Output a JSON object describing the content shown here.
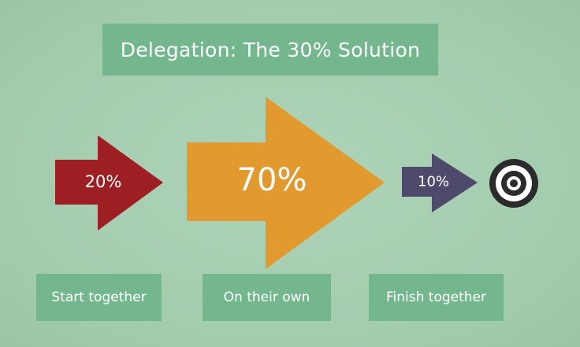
{
  "title": "Delegation: The 30% Solution",
  "steps": [
    {
      "percent": "20%",
      "label": "Start together",
      "color": "#9e1f23"
    },
    {
      "percent": "70%",
      "label": "On their own",
      "color": "#e29a2e"
    },
    {
      "percent": "10%",
      "label": "Finish together",
      "color": "#4d4a6b"
    }
  ],
  "goal_icon": "target-icon"
}
